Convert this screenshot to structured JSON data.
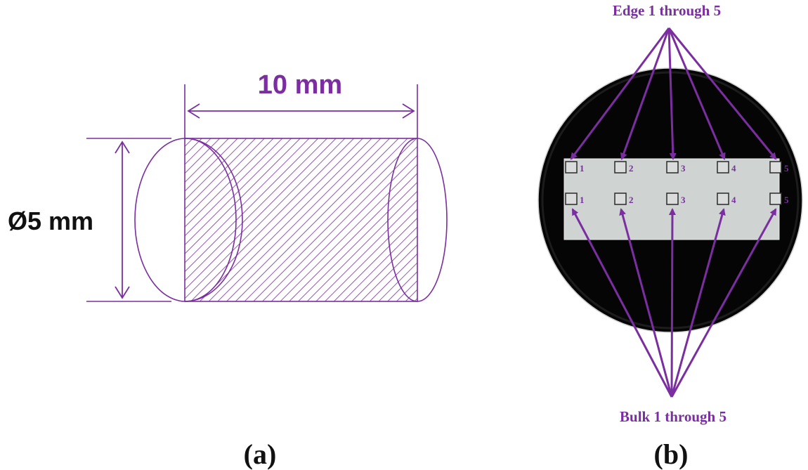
{
  "panel_a": {
    "length_label": "10 mm",
    "diameter_label": "Ø5 mm",
    "caption": "(a)"
  },
  "panel_b": {
    "edge_label": "Edge 1 through 5",
    "bulk_label": "Bulk 1 through 5",
    "edge_numbers": [
      "1",
      "2",
      "3",
      "4",
      "5"
    ],
    "bulk_numbers": [
      "1",
      "2",
      "3",
      "4",
      "5"
    ],
    "caption": "(b)"
  },
  "colors": {
    "accent": "#7a2ea0",
    "disk": "#050505",
    "strip": "#cfd3d2",
    "text_dark": "#111111"
  }
}
